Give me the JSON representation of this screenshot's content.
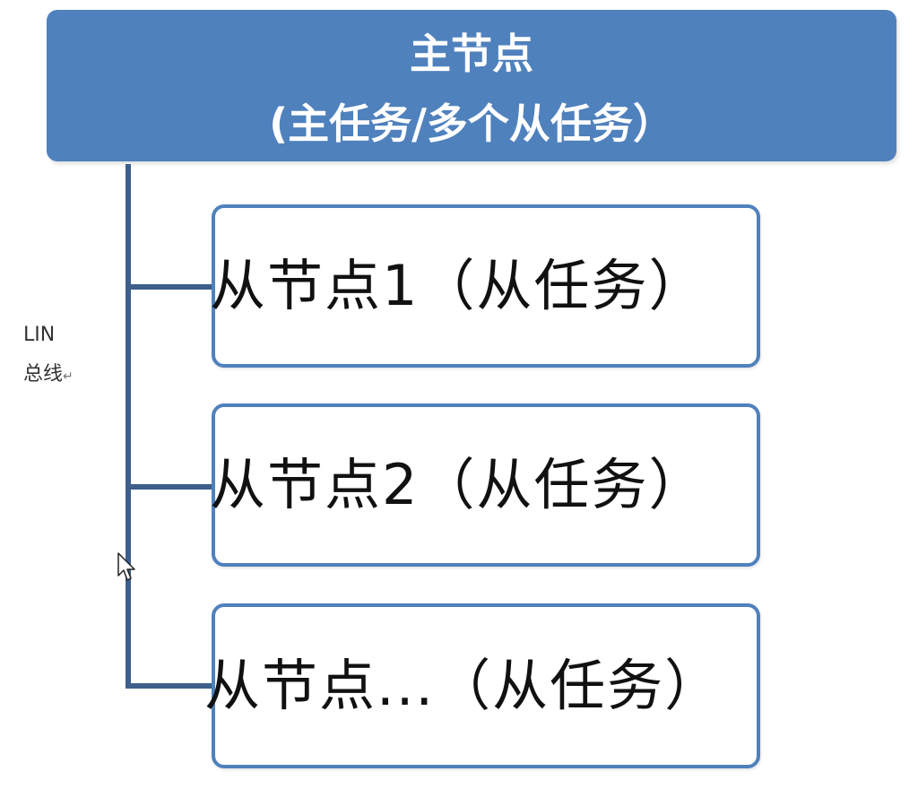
{
  "master": {
    "title": "主节点",
    "subtitle": "(主任务/多个从任务）",
    "color": "#4f81bd"
  },
  "bus": {
    "label_line1": "LIN",
    "label_line2": "总线",
    "paragraph_mark": "↵",
    "color": "#3d5f8a"
  },
  "slaves": [
    {
      "label": "从节点1（从任务）"
    },
    {
      "label": "从节点2（从任务）"
    },
    {
      "label": "从节点...（从任务）"
    }
  ],
  "icons": {
    "cursor": "mouse-pointer-icon"
  }
}
